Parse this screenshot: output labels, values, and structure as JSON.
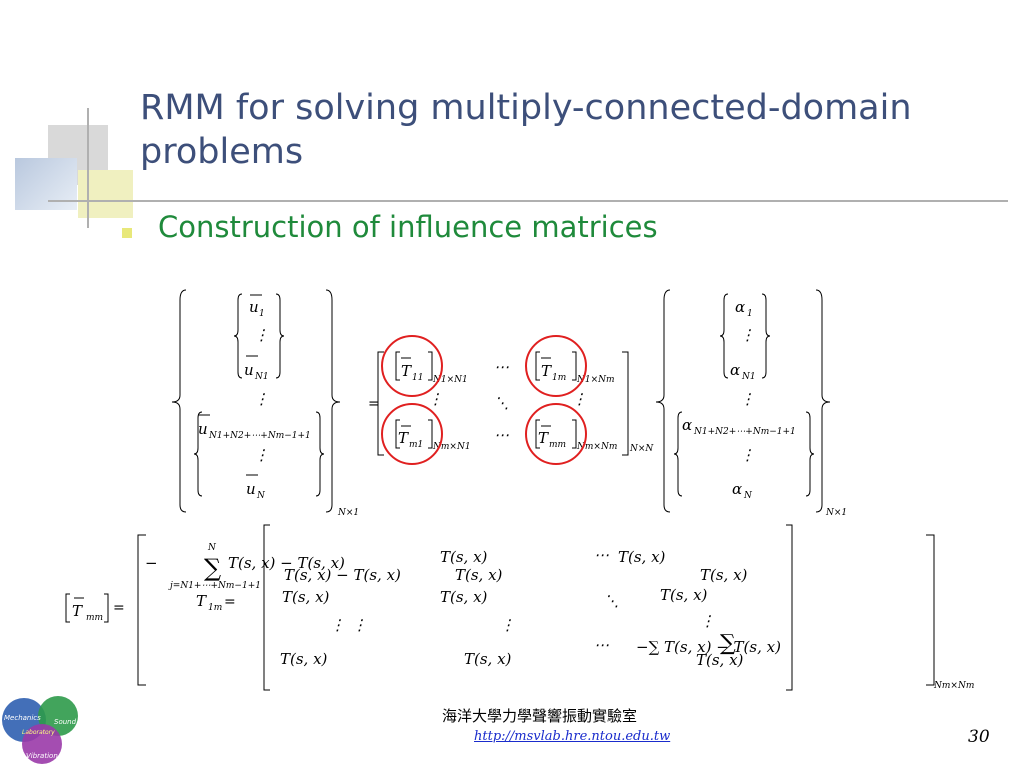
{
  "slide": {
    "title": "RMM for solving multiply-connected-domain problems",
    "bullet": "Construction of influence matrices",
    "footer_institution": "海洋大學力學聲響振動實驗室",
    "footer_url": "http://msvlab.hre.ntou.edu.tw",
    "page_number": "30"
  },
  "equation_top": {
    "lhs": [
      "u",
      "⋮",
      "u",
      "⋮",
      "u",
      "⋮",
      "u"
    ],
    "lhs_subscripts": [
      "1",
      "",
      "N1",
      "",
      "N1+N2+⋯+Nm−1+1",
      "",
      "N"
    ],
    "lhs_size": "N×1",
    "equals": "=",
    "matrix_entries": [
      "T",
      "⋯",
      "T",
      "⋮",
      "⋱",
      "⋮",
      "T",
      "⋯",
      "T"
    ],
    "matrix_entry_subs": [
      "11",
      "",
      "1m",
      "",
      "",
      "",
      "m1",
      "",
      "mm"
    ],
    "matrix_entry_sizes": [
      "N1×N1",
      "",
      "N1×Nm",
      "",
      "",
      "",
      "Nm×N1",
      "",
      "Nm×Nm"
    ],
    "matrix_size": "N×N",
    "rhs": [
      "α",
      "⋮",
      "α",
      "⋮",
      "α",
      "⋮",
      "α"
    ],
    "rhs_subscripts": [
      "1",
      "",
      "N1",
      "",
      "N1+N2+⋯+Nm−1+1",
      "",
      "N"
    ],
    "rhs_size": "N×1"
  },
  "equation_bottom": {
    "lhs": "T",
    "lhs_sub": "mm",
    "equals": "=",
    "overlay_lhs": "T",
    "overlay_lhs_sub": "1m",
    "sum_symbol": "∑",
    "sum_index": "j=N1+⋯+Nm−1+1",
    "sum_upper": "N",
    "entries": [
      "T(s, x) − T(s, x)",
      "T(s, x)",
      "⋯",
      "T(s, x)",
      "T(s, x)",
      "T(s, x)",
      "⋱",
      "T(s, x)",
      "⋮",
      "⋮",
      "⋮",
      "⋮",
      "T(s, x)",
      "T(s, x)",
      "⋯",
      "−∑ T(s, x) − T(s, x)"
    ],
    "size": "Nm×Nm"
  },
  "colors": {
    "title": "#3d4f7a",
    "bullet_text": "#1f8a3b",
    "bullet_mark": "#e8e87a",
    "highlight_circle": "#e02020",
    "url": "#1a2ccc"
  },
  "logo": {
    "circles": [
      "Mechanics",
      "Sound",
      "Laboratory",
      "Vibration"
    ]
  }
}
